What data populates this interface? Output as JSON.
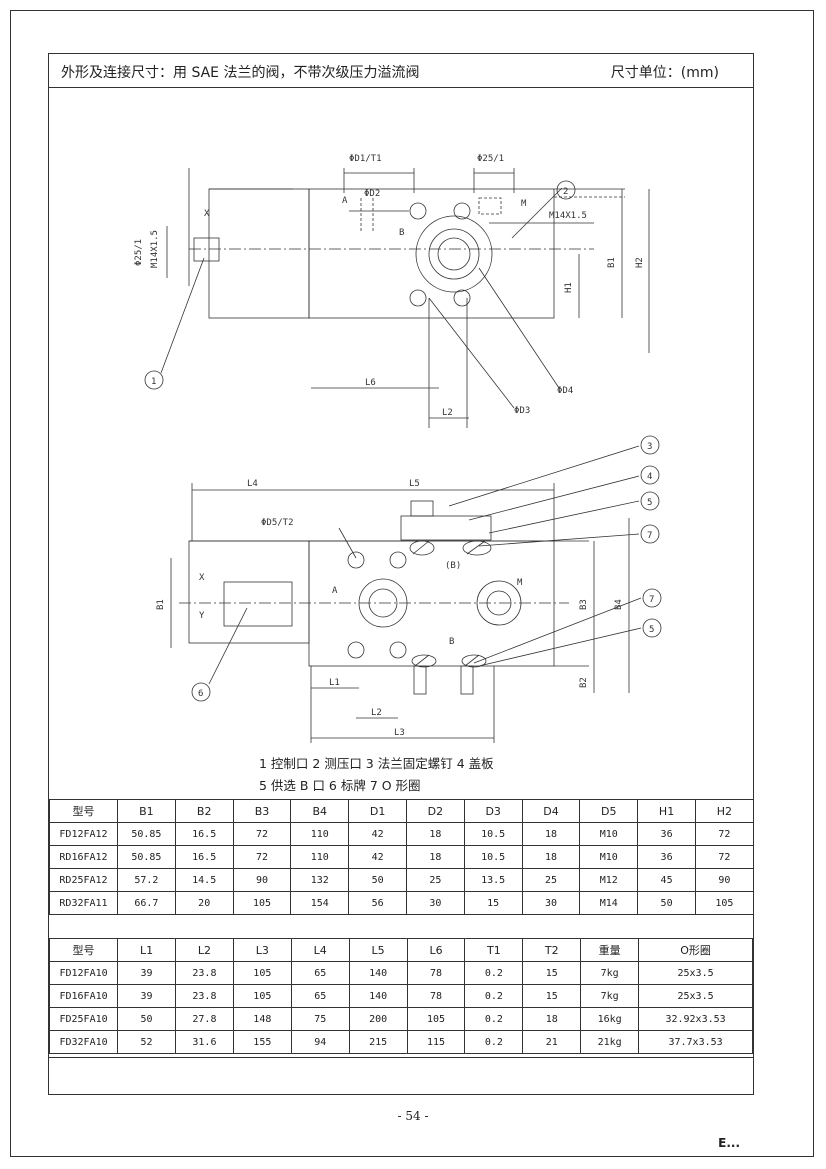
{
  "header": {
    "title": "外形及连接尺寸：用 SAE 法兰的阀，不带次级压力溢流阀",
    "unit": "尺寸单位：(mm)"
  },
  "drawing": {
    "top_view_labels": {
      "d1_t1": "ΦD1/T1",
      "d2": "ΦD2",
      "phi25": "Φ25/1",
      "thread": "M14X1.5",
      "thread_side": "M14X1.5",
      "phi25_side": "Φ25/1",
      "x": "X",
      "a": "A",
      "b": "B",
      "m": "M",
      "b1": "B1",
      "h2": "H2",
      "h1": "H1",
      "l6": "L6",
      "l2": "L2",
      "d4": "ΦD4",
      "d3": "ΦD3",
      "c1": "1",
      "c2": "2"
    },
    "front_view_labels": {
      "l4": "L4",
      "l5": "L5",
      "d5_t2": "ΦD5/T2",
      "b_paren": "(B)",
      "x": "X",
      "y": "Y",
      "a": "A",
      "m": "M",
      "b": "B",
      "b1": "B1",
      "b3": "B3",
      "b4": "B4",
      "b2": "B2",
      "l1": "L1",
      "l2": "L2",
      "l3": "L3",
      "c3": "3",
      "c4": "4",
      "c5a": "5",
      "c7a": "7",
      "c7b": "7",
      "c5b": "5",
      "c6": "6"
    }
  },
  "legend": {
    "line1": "1   控制口      2   测压口    3   法兰固定螺钉    4   盖板",
    "line2": "5   供选  B  口 6   标牌       7   O 形圈"
  },
  "table1": {
    "headers": [
      "型号",
      "B1",
      "B2",
      "B3",
      "B4",
      "D1",
      "D2",
      "D3",
      "D4",
      "D5",
      "H1",
      "H2"
    ],
    "rows": [
      [
        "FD12FA12",
        "50.85",
        "16.5",
        "72",
        "110",
        "42",
        "18",
        "10.5",
        "18",
        "M10",
        "36",
        "72"
      ],
      [
        "RD16FA12",
        "50.85",
        "16.5",
        "72",
        "110",
        "42",
        "18",
        "10.5",
        "18",
        "M10",
        "36",
        "72"
      ],
      [
        "RD25FA12",
        "57.2",
        "14.5",
        "90",
        "132",
        "50",
        "25",
        "13.5",
        "25",
        "M12",
        "45",
        "90"
      ],
      [
        "RD32FA11",
        "66.7",
        "20",
        "105",
        "154",
        "56",
        "30",
        "15",
        "30",
        "M14",
        "50",
        "105"
      ]
    ]
  },
  "table2": {
    "headers": [
      "型号",
      "L1",
      "L2",
      "L3",
      "L4",
      "L5",
      "L6",
      "T1",
      "T2",
      "重量",
      "O形圈"
    ],
    "rows": [
      [
        "FD12FA10",
        "39",
        "23.8",
        "105",
        "65",
        "140",
        "78",
        "0.2",
        "15",
        "7kg",
        "25x3.5"
      ],
      [
        "FD16FA10",
        "39",
        "23.8",
        "105",
        "65",
        "140",
        "78",
        "0.2",
        "15",
        "7kg",
        "25x3.5"
      ],
      [
        "FD25FA10",
        "50",
        "27.8",
        "148",
        "75",
        "200",
        "105",
        "0.2",
        "18",
        "16kg",
        "32.92x3.53"
      ],
      [
        "FD32FA10",
        "52",
        "31.6",
        "155",
        "94",
        "215",
        "115",
        "0.2",
        "21",
        "21kg",
        "37.7x3.53"
      ]
    ]
  },
  "footer": {
    "page_number": "- 54 -",
    "mark": "E..."
  }
}
